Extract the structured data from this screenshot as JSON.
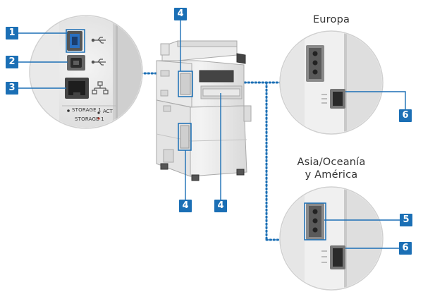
{
  "labels": {
    "europe": "Europa",
    "asia_line1": "Asia/Oceanía",
    "asia_line2": "y América"
  },
  "callouts": {
    "c1": "1",
    "c2": "2",
    "c3": "3",
    "c4_top": "4",
    "c4_bottom_left": "4",
    "c4_bottom_right": "4",
    "c5": "5",
    "c6_europe": "6",
    "c6_asia": "6"
  },
  "port_legend": {
    "storage": "STORAGE 1",
    "act": "ACT",
    "storage_partial": "STORAGE 1"
  },
  "colors": {
    "accent": "#1b6fb5",
    "leader_dots": "#1b6fb5"
  }
}
